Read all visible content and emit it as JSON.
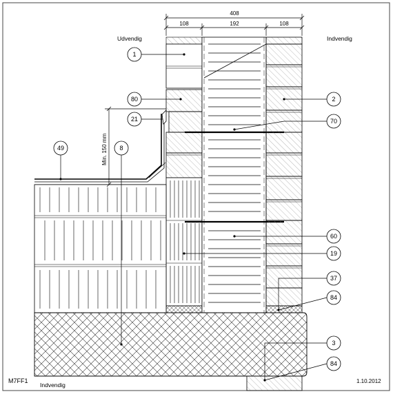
{
  "drawing": {
    "code": "M7FF1",
    "date": "1.10.2012",
    "exterior_label": "Udvendig",
    "interior_label_top": "Indvendig",
    "interior_label_bottom": "Indvendig",
    "min_height_note": "Min. 150 mm"
  },
  "dimensions": {
    "total": "408",
    "outer_leaf": "108",
    "insulation": "192",
    "inner_leaf": "108"
  },
  "callouts": [
    "1",
    "80",
    "21",
    "49",
    "8",
    "2",
    "70",
    "60",
    "19",
    "37",
    "84",
    "3",
    "84"
  ]
}
